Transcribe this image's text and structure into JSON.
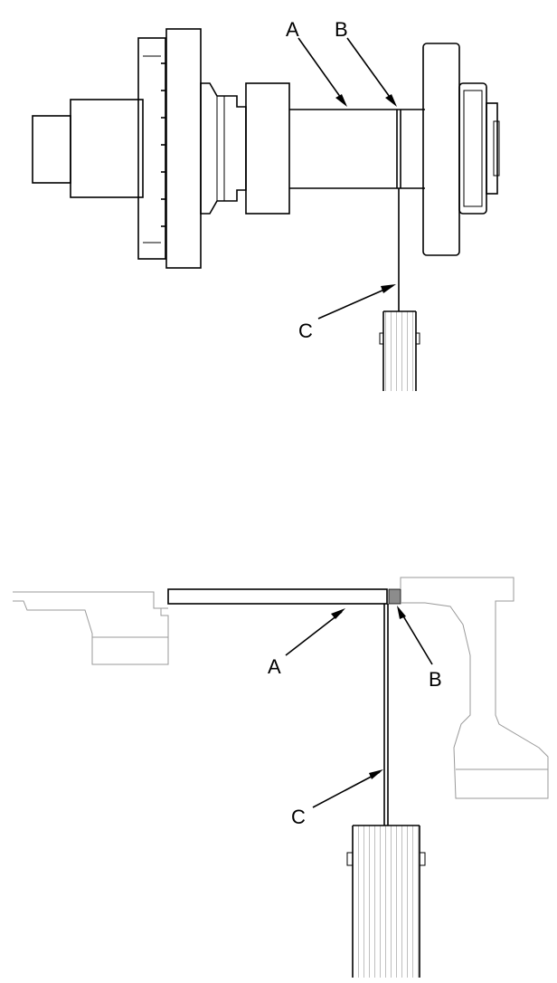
{
  "colors": {
    "line": "#000000",
    "background": "#ffffff",
    "faint_line": "#9a9a9a",
    "shim": "#8c8c8c"
  },
  "top_view": {
    "labels": {
      "a": "A",
      "b": "B",
      "c": "C"
    }
  },
  "bottom_view": {
    "labels": {
      "a": "A",
      "b": "B",
      "c": "C"
    }
  }
}
